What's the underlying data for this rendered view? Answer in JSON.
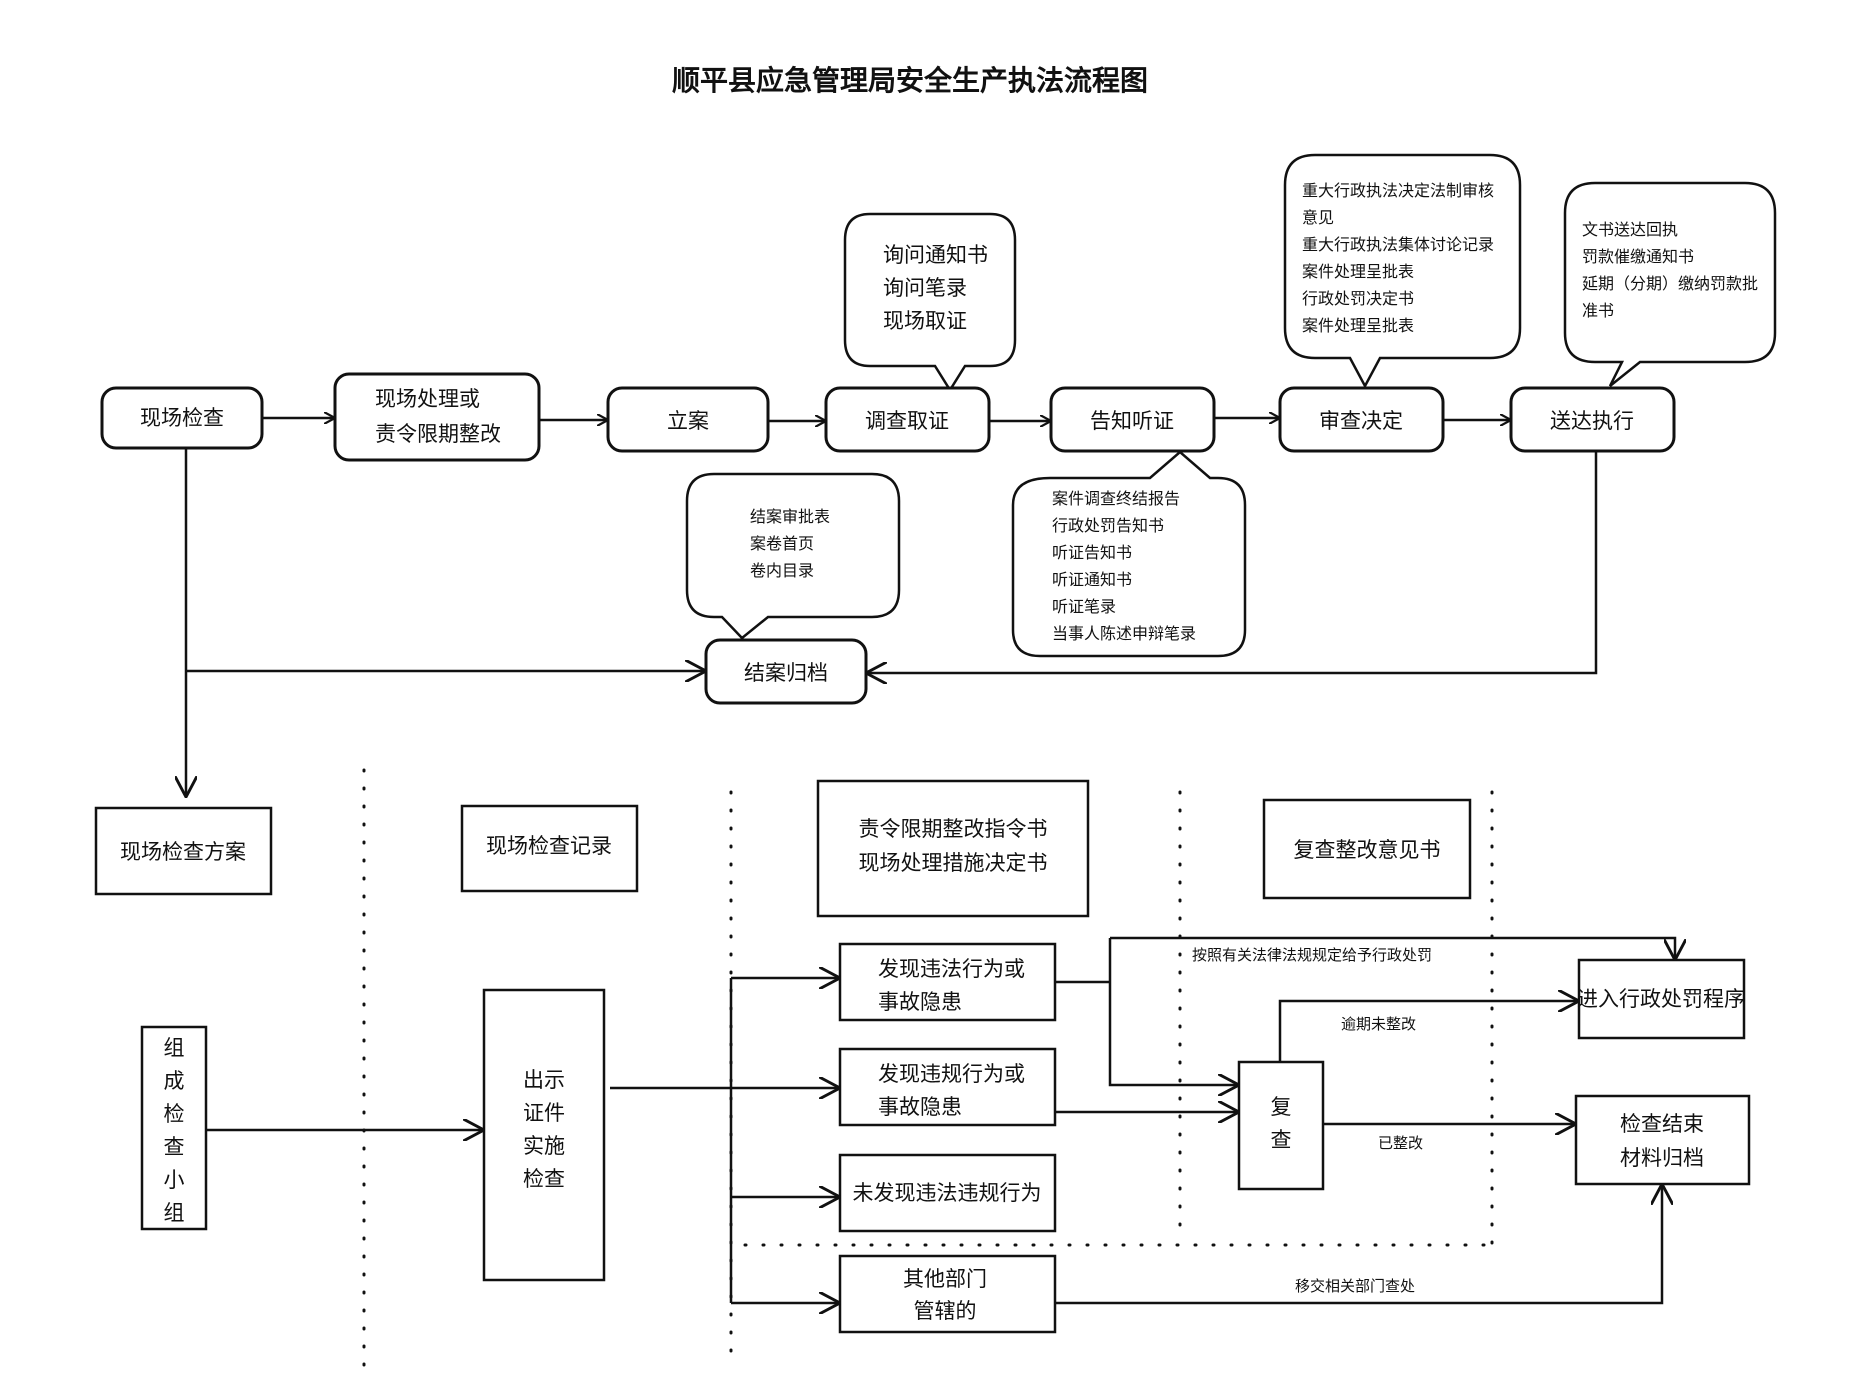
{
  "title": "顺平县应急管理局安全生产执法流程图",
  "flow": {
    "onsite_check": "现场检查",
    "onsite_handle": [
      "现场处理或",
      "责令限期整改"
    ],
    "filing": "立案",
    "investigation": "调查取证",
    "notice_hearing": "告知听证",
    "review_decision": "审查决定",
    "delivery_execution": "送达执行",
    "case_closing": "结案归档"
  },
  "bubbles": {
    "investigation_docs": [
      "询问通知书",
      "询问笔录",
      "现场取证"
    ],
    "decision_docs": [
      "重大行政执法决定法制审核",
      "意见",
      "重大行政执法集体讨论记录",
      "案件处理呈批表",
      "行政处罚决定书",
      "案件处理呈批表"
    ],
    "delivery_docs": [
      "文书送达回执",
      "罚款催缴通知书",
      "延期（分期）缴纳罚款批",
      "准书"
    ],
    "closing_docs": [
      "结案审批表",
      "案卷首页",
      "卷内目录"
    ],
    "hearing_docs": [
      "案件调查终结报告",
      "行政处罚告知书",
      "听证告知书",
      "听证通知书",
      "听证笔录",
      "当事人陈述申辩笔录"
    ]
  },
  "lower": {
    "inspection_plan": "现场检查方案",
    "inspection_record": "现场检查记录",
    "rectification_docs": [
      "责令限期整改指令书",
      "现场处理措施决定书"
    ],
    "review_opinion": "复查整改意见书",
    "form_team": [
      "组",
      "成",
      "检",
      "查",
      "小",
      "组"
    ],
    "show_credentials": [
      "出示",
      "证件",
      "实施",
      "检查"
    ],
    "found_violation": [
      "发现违法行为或",
      "事故隐患"
    ],
    "found_irregular": [
      "发现违规行为或",
      "事故隐患"
    ],
    "no_violation": "未发现违法违规行为",
    "other_dept": [
      "其他部门",
      "管辖的"
    ],
    "recheck": [
      "复",
      "查"
    ],
    "enter_penalty": "进入行政处罚程序",
    "inspection_end": [
      "检查结束",
      "材料归档"
    ]
  },
  "edge_labels": {
    "penalty_by_law": "按照有关法律法规规定给予行政处罚",
    "overdue": "逾期未整改",
    "rectified": "已整改",
    "transfer": "移交相关部门查处"
  }
}
